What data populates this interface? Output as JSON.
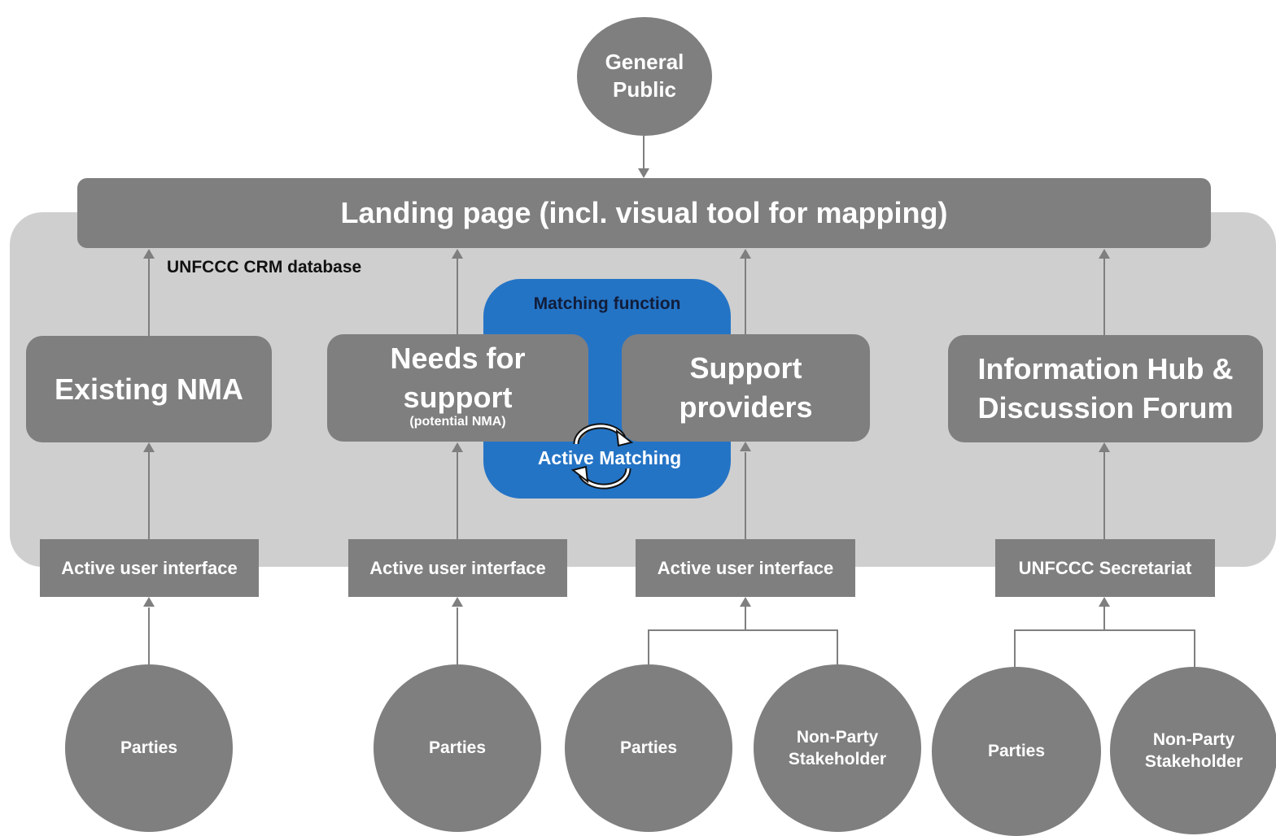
{
  "general_public": "General\nPublic",
  "landing_page": "Landing page (incl. visual tool for mapping)",
  "database_label": "UNFCCC CRM database",
  "matching": {
    "title": "Matching function",
    "active": "Active Matching"
  },
  "columns": {
    "existing_nma": "Existing NMA",
    "needs_for_support": "Needs for\nsupport",
    "needs_sub": "(potential NMA)",
    "support_providers": "Support\nproviders",
    "info_hub": "Information Hub &\nDiscussion Forum"
  },
  "interfaces": [
    "Active user interface",
    "Active user interface",
    "Active user interface",
    "UNFCCC Secretariat"
  ],
  "stakeholders": [
    "Parties",
    "Parties",
    "Parties",
    "Non-Party\nStakeholder",
    "Parties",
    "Non-Party\nStakeholder"
  ],
  "colors": {
    "node_gray": "#7f7f7f",
    "database_bg": "#cfcfcf",
    "matching_blue": "#2474c6",
    "connector": "#7f7f7f"
  }
}
